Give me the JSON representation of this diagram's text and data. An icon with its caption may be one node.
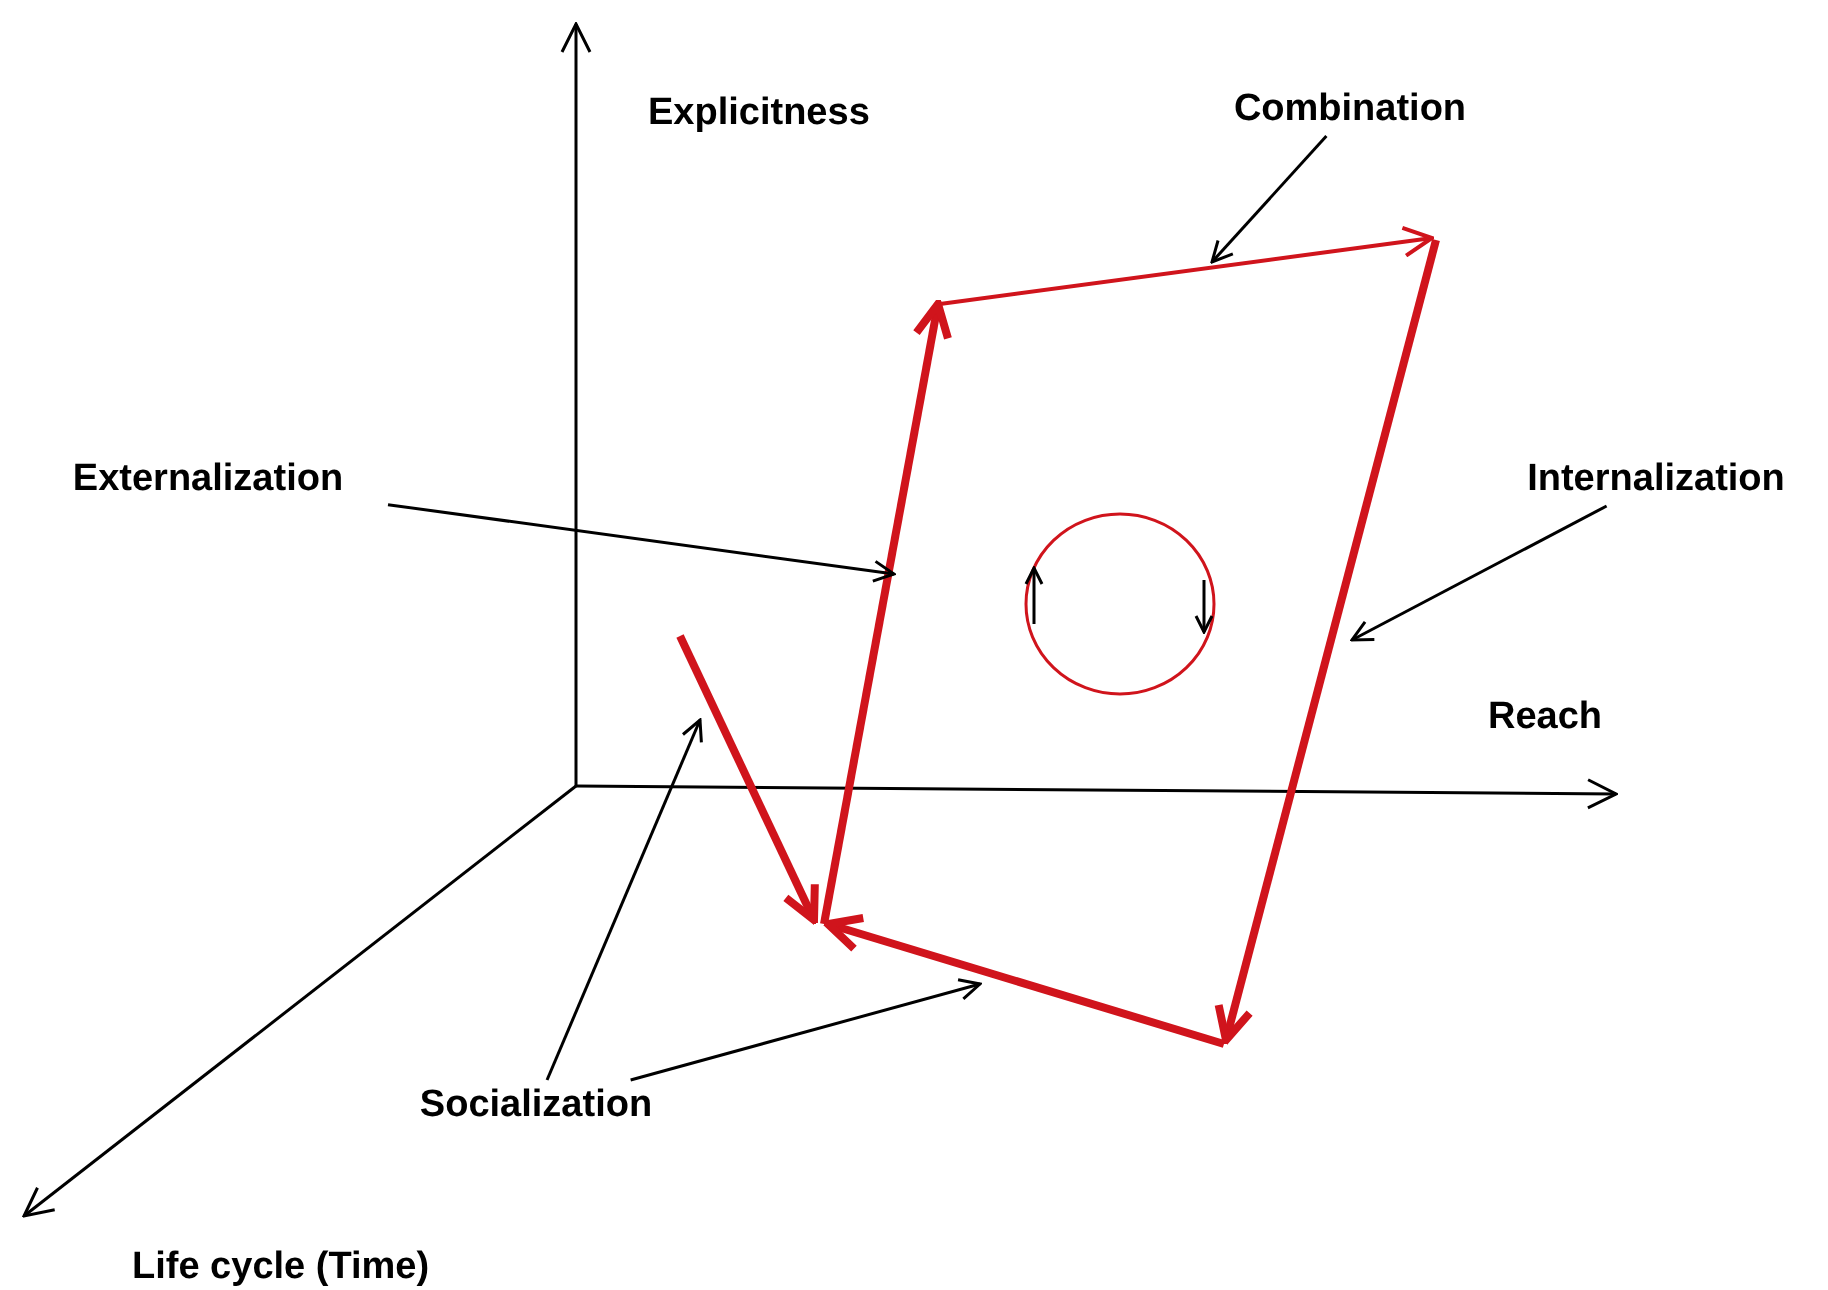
{
  "diagram": {
    "nodes": [
      {
        "text": [
          "Combination"
        ]
      },
      {
        "text": [
          "Externalization"
        ]
      },
      {
        "text": [
          "Internalization"
        ]
      },
      {
        "text": [
          "Socialization"
        ]
      }
    ],
    "edges": [
      {
        "from": 0,
        "to": null,
        "arrow": "to"
      },
      {
        "from": 1,
        "to": null,
        "arrow": "to"
      },
      {
        "from": 2,
        "to": null,
        "arrow": "to"
      },
      {
        "from": 3,
        "to": null,
        "arrow": "to"
      },
      {
        "from": 3,
        "to": null,
        "arrow": "to"
      }
    ],
    "labels": [
      "Explicitness",
      "Reach",
      "Life cycle (Time)"
    ]
  }
}
